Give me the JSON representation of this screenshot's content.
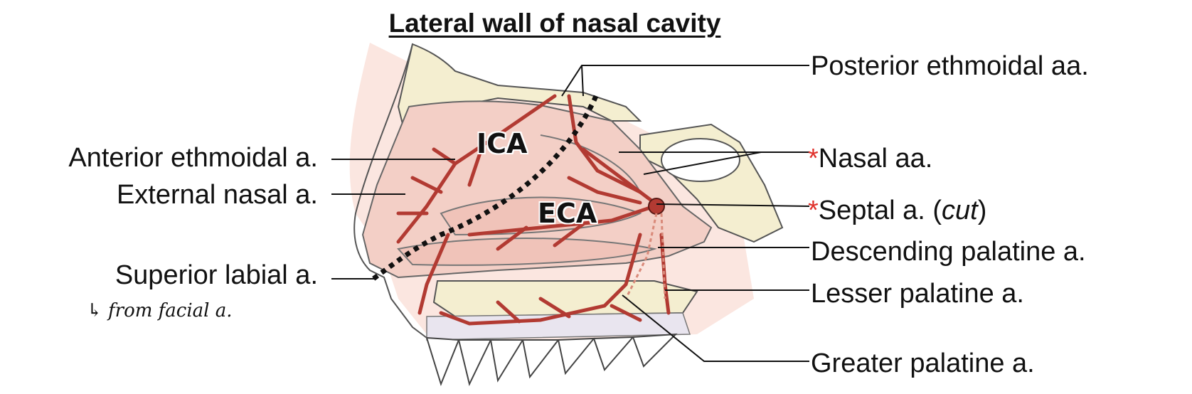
{
  "title": "Lateral wall of nasal cavity",
  "regions": {
    "ica": "ICA",
    "eca": "ECA"
  },
  "labels_left": {
    "anterior_ethmoidal": "Anterior ethmoidal a.",
    "external_nasal": "External nasal a.",
    "superior_labial": "Superior labial a."
  },
  "handwritten_note": "↳ from facial a.",
  "labels_right": {
    "posterior_ethmoidal": "Posterior ethmoidal aa.",
    "nasal_star": "*",
    "nasal": "Nasal aa.",
    "septal_star": "*",
    "septal": "Septal a. (",
    "septal_cut": "cut",
    "septal_close": ")",
    "descending_palatine": "Descending palatine a.",
    "lesser_palatine": "Lesser palatine a.",
    "greater_palatine": "Greater palatine a."
  },
  "colors": {
    "artery": "#b23a32",
    "mucosa": "#f3cfc6",
    "bone": "#f4eed0",
    "star": "#e0312b"
  }
}
